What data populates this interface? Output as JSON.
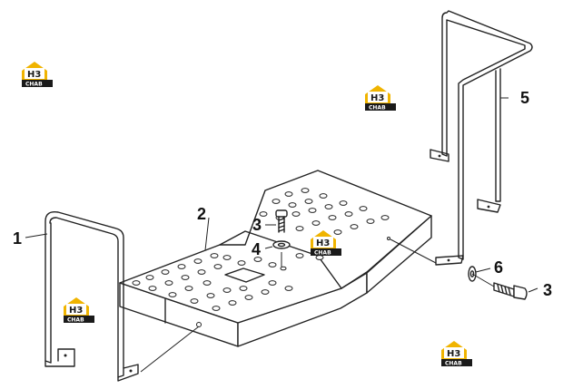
{
  "callouts": {
    "c1": "1",
    "c2": "2",
    "c3a": "3",
    "c3b": "3",
    "c4": "4",
    "c5": "5",
    "c6": "6"
  },
  "watermark": {
    "text": "CHAB",
    "colors": {
      "roof": "#f0b400",
      "base": "#1a1a1a",
      "letters": "#f0b400"
    }
  }
}
